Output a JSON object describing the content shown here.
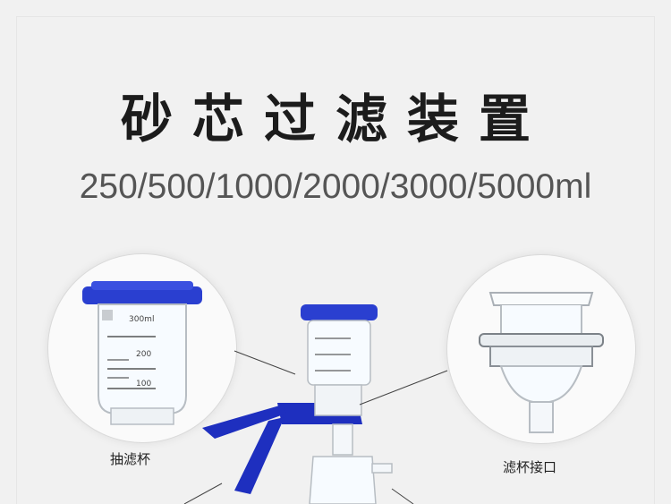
{
  "title": "砂芯过滤装置",
  "subtitle": "250/500/1000/2000/3000/5000ml",
  "callouts": {
    "left_label": "抽滤杯",
    "right_label": "滤杯接口"
  },
  "cup_markings": {
    "top": "300ml",
    "mid": "200",
    "low": "100"
  },
  "colors": {
    "background": "#f1f1f1",
    "cap_blue": "#2a3fd0",
    "clamp_blue": "#1e2fbf",
    "glass_edge": "#9aa0a6"
  }
}
